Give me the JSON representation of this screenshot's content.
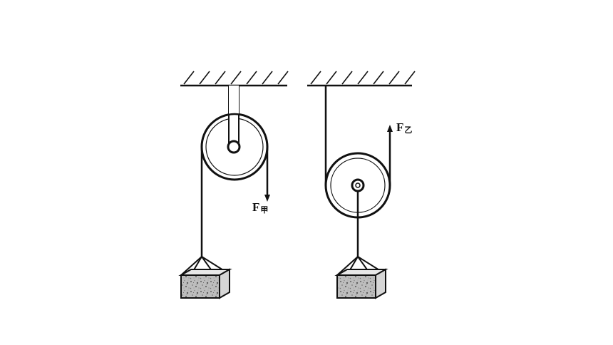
{
  "left_setup": {
    "force_symbol": "F",
    "force_subscript": "甲"
  },
  "right_setup": {
    "force_symbol": "F",
    "force_subscript": "乙"
  }
}
